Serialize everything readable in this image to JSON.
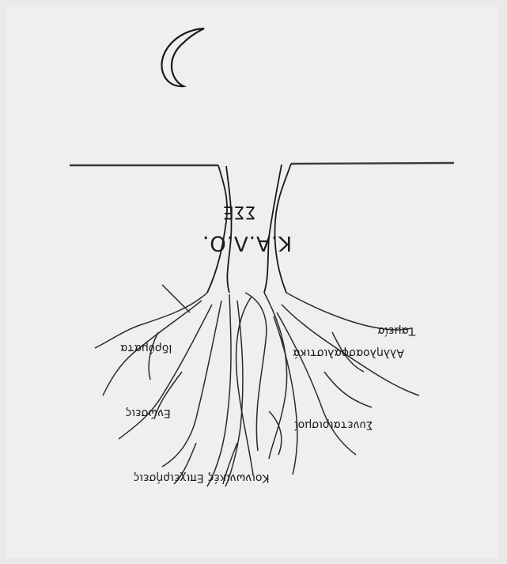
{
  "labels": {
    "acronym": "Κ.Α.Λ.Ο.",
    "sse": "ΣΣΕ",
    "idrymata": "Ιδρύματα",
    "enoseis": "Ενώσεις",
    "koinonikes": "Κοινωνικές Επιχειρήσεις",
    "synetairismoi": "Συνεταιρισμοί",
    "allilo": "Αλληλοασφαλιστικά",
    "tameia": "Ταμεία"
  },
  "colors": {
    "paper": "#efefed",
    "ink": "#1a1a1a",
    "pencil": "#5a5a5a"
  },
  "icons": {
    "moon": "crescent-moon-icon"
  }
}
